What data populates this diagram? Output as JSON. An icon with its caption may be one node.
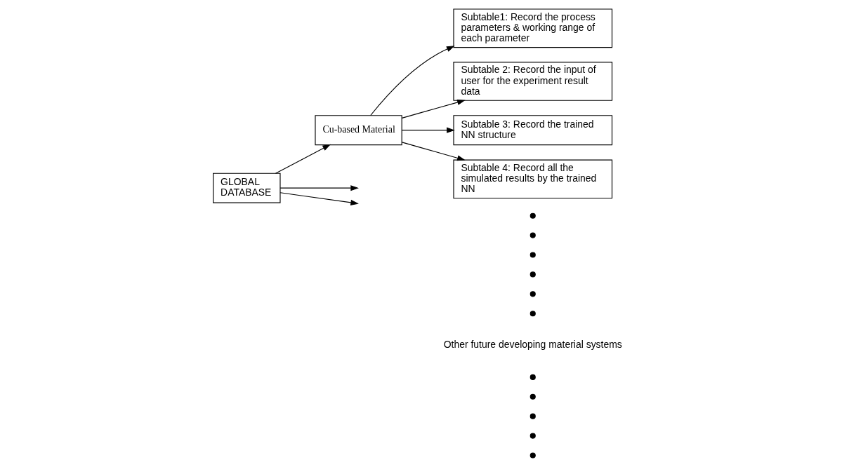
{
  "diagram": {
    "nodes": [
      {
        "text": [
          "GLOBAL DATABASE"
        ]
      },
      {
        "text": [
          "Cu-based Material"
        ]
      },
      {
        "text": [
          "Subtable1: Record the process parameters & working range of each parameter"
        ]
      },
      {
        "text": [
          "Subtable 2: Record the input of user for the experiment result data"
        ]
      },
      {
        "text": [
          "Subtable 3: Record the trained NN structure"
        ]
      },
      {
        "text": [
          "Subtable 4: Record all the simulated results by the trained NN"
        ]
      }
    ],
    "edges": [
      {
        "from": 0,
        "to": 1,
        "arrow": "to"
      },
      {
        "from": 0,
        "to": null,
        "arrow": "to"
      },
      {
        "from": 0,
        "to": null,
        "arrow": "to"
      },
      {
        "from": 1,
        "to": 2,
        "arrow": "to"
      },
      {
        "from": 1,
        "to": 3,
        "arrow": "to"
      },
      {
        "from": 1,
        "to": 4,
        "arrow": "to"
      },
      {
        "from": 1,
        "to": 5,
        "arrow": "to"
      }
    ],
    "labels": [
      "Other future developing material systems"
    ]
  }
}
